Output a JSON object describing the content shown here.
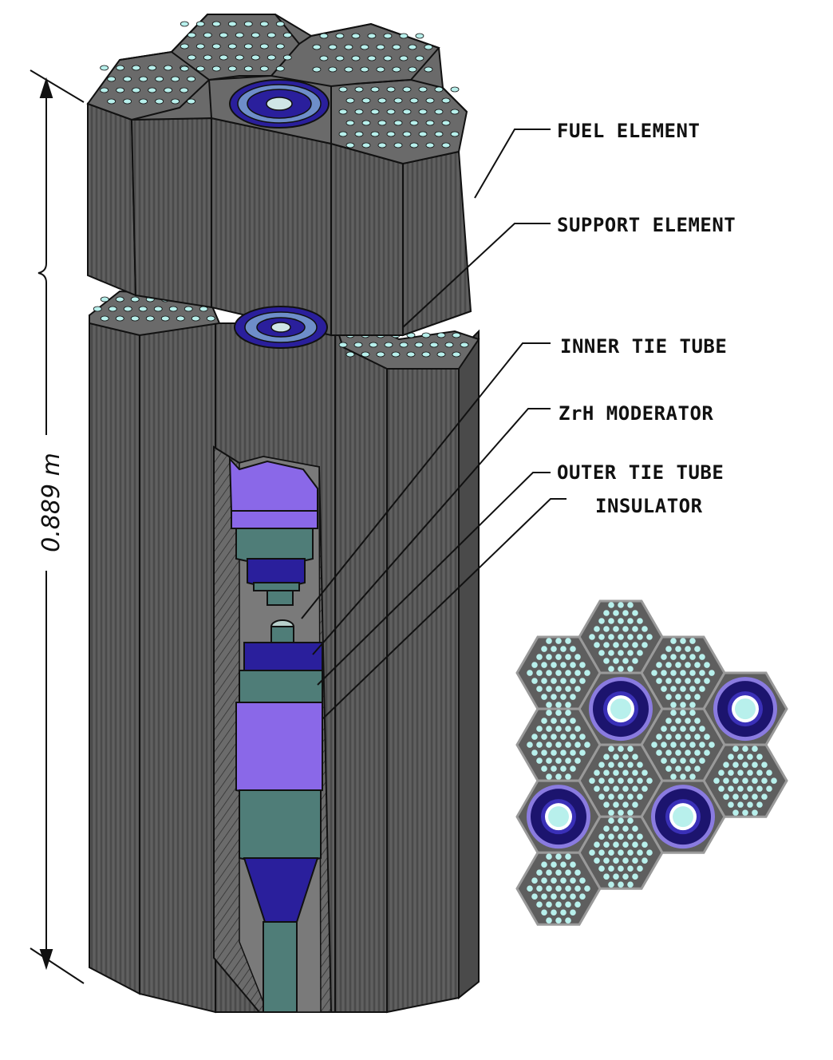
{
  "callouts": {
    "fuel_element": "FUEL ELEMENT",
    "support_element": "SUPPORT ELEMENT",
    "inner_tie_tube": "INNER TIE TUBE",
    "zrh_moderator": "ZrH MODERATOR",
    "outer_tie_tube": "OUTER TIE TUBE",
    "insulator": "INSULATOR"
  },
  "dimension": {
    "label": "0.889 m"
  },
  "colors": {
    "graphite": "#5b5b5b",
    "graphite_dark": "#3a3a3a",
    "top_face": "#6a6a6a",
    "coolant_hole": "#b8f0ec",
    "moderator": "#8a68e8",
    "tie_tube": "#4f7d78",
    "insulator_blue": "#2a1f9c",
    "outline": "#111111"
  }
}
